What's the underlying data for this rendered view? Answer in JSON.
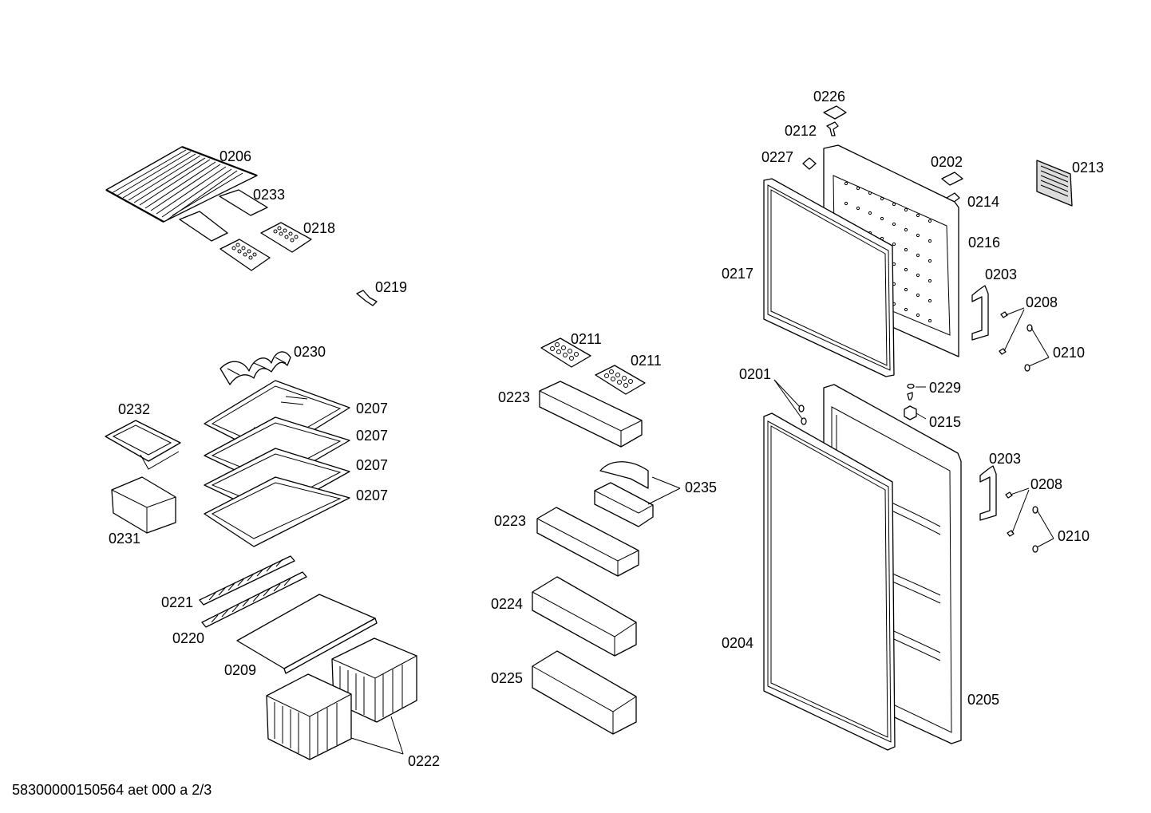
{
  "document_id": "58300000150564 aet 000 a 2/3",
  "callouts": [
    "0206",
    "0233",
    "0218",
    "0219",
    "0230",
    "0232",
    "0207",
    "0207",
    "0207",
    "0207",
    "0231",
    "0221",
    "0220",
    "0209",
    "0222",
    "0211",
    "0211",
    "0223",
    "0235",
    "0223",
    "0224",
    "0225",
    "0226",
    "0212",
    "0227",
    "0202",
    "0213",
    "0214",
    "0216",
    "0217",
    "0203",
    "0208",
    "0210",
    "0201",
    "0229",
    "0215",
    "0203",
    "0208",
    "0210",
    "0204",
    "0205"
  ]
}
